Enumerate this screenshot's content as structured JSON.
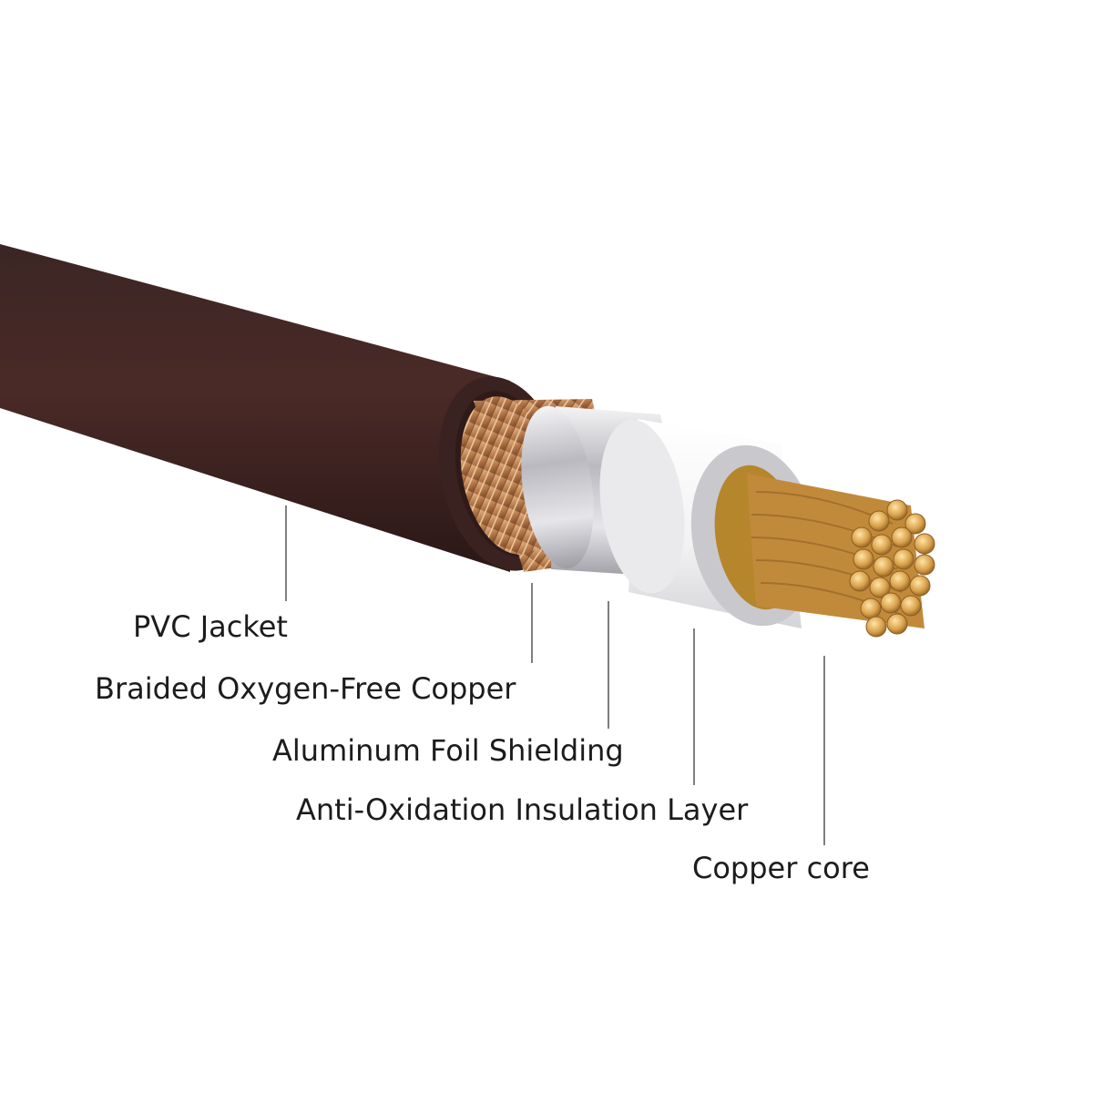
{
  "colors": {
    "jacket": "#3a1f1c",
    "braid": "#c98c5a",
    "foil": "#cfcfd2",
    "insulation": "#f2f2f2",
    "core": "#d9a24c",
    "leader_line": "#555555",
    "label_text": "#1c1c1c"
  },
  "layers": [
    {
      "id": "pvc",
      "label": "PVC Jacket"
    },
    {
      "id": "braid",
      "label": "Braided Oxygen-Free Copper"
    },
    {
      "id": "foil",
      "label": "Aluminum Foil Shielding"
    },
    {
      "id": "insulation",
      "label": "Anti-Oxidation Insulation Layer"
    },
    {
      "id": "core",
      "label": "Copper core"
    }
  ]
}
